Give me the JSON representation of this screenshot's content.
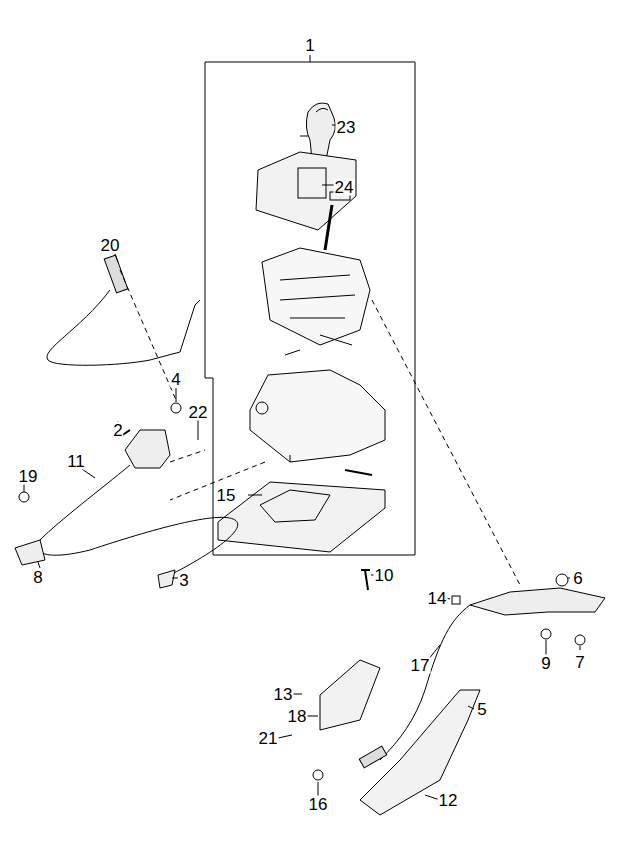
{
  "diagram": {
    "labels": [
      "1",
      "23",
      "24",
      "20",
      "4",
      "22",
      "2",
      "11",
      "19",
      "15",
      "8",
      "3",
      "10",
      "6",
      "14",
      "9",
      "7",
      "17",
      "13",
      "18",
      "5",
      "21",
      "12",
      "16"
    ]
  }
}
